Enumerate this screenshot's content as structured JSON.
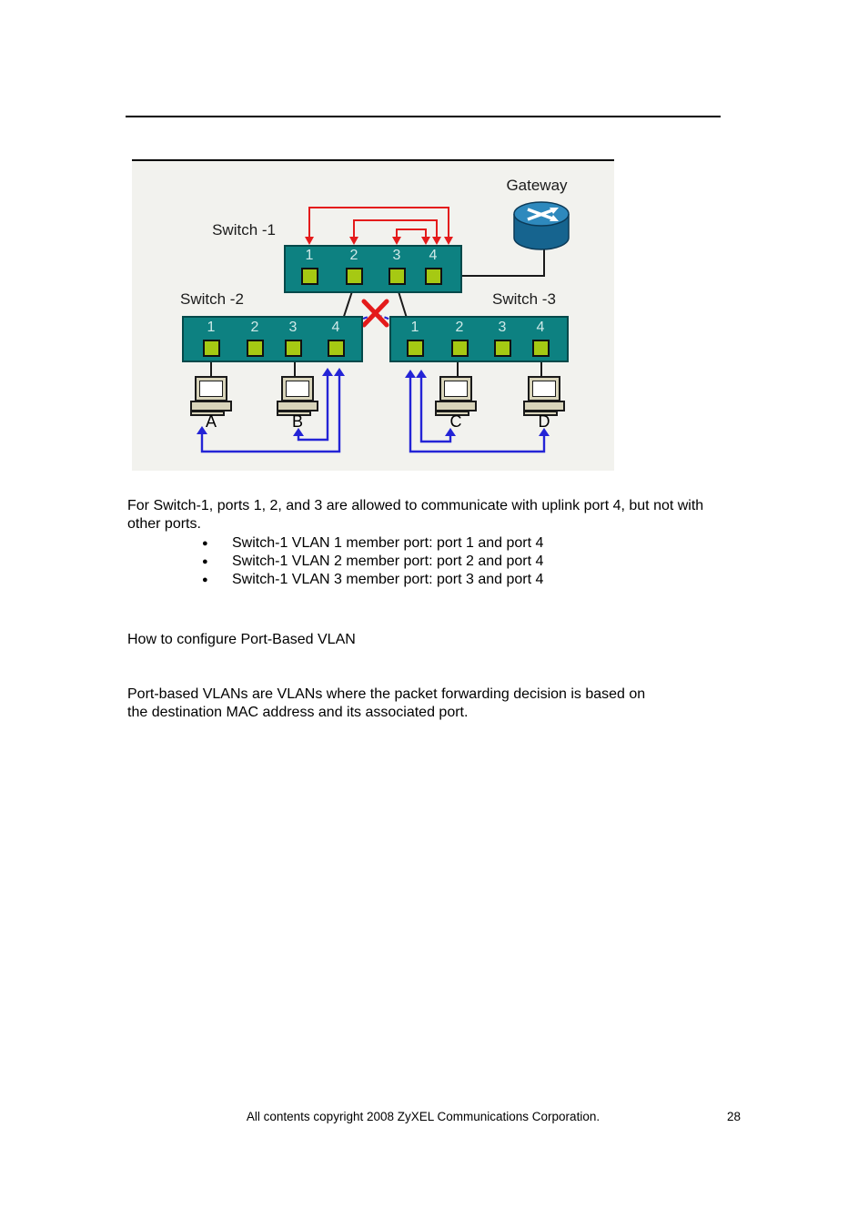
{
  "colors": {
    "diagram_bg": "#f2f2ee",
    "switch_teal": "#0d8181",
    "switch_border": "#04494a",
    "port_green": "#a6c913",
    "port_border": "#111111",
    "port_label": "#cfe9e8",
    "arrow_red": "#e41b1b",
    "arrow_blue": "#2424d6",
    "line_black": "#1a1a1a",
    "router_body": "#16648f",
    "router_top": "#2e89bd",
    "router_outline": "#0c3a57",
    "pc_beige": "#d8d4ba",
    "label_dark": "#1c1c1c"
  },
  "diagram": {
    "gateway_label": "Gateway",
    "switch1_label": "Switch -1",
    "switch2_label": "Switch -2",
    "switch3_label": "Switch -3",
    "ports": [
      "1",
      "2",
      "3",
      "4"
    ],
    "computers": [
      "A",
      "B",
      "C",
      "D"
    ]
  },
  "content": {
    "para1_line1": "For Switch-1, ports 1, 2, and 3 are allowed to communicate with uplink port 4, but not with",
    "para1_line2": "other ports.",
    "bullet_glyph": "●",
    "bullets": [
      "Switch-1 VLAN 1 member port: port 1 and port 4",
      "Switch-1 VLAN 2 member port: port 2 and port 4",
      "Switch-1 VLAN 3 member port: port 3 and port 4"
    ],
    "heading": "How to configure Port-Based VLAN",
    "para2_line1": "Port-based VLANs are VLANs where the packet forwarding decision is based on",
    "para2_line2": "the destination MAC address and its associated port."
  },
  "footer": {
    "copyright": "All contents copyright 2008 ZyXEL Communications Corporation.",
    "page_number": "28"
  }
}
